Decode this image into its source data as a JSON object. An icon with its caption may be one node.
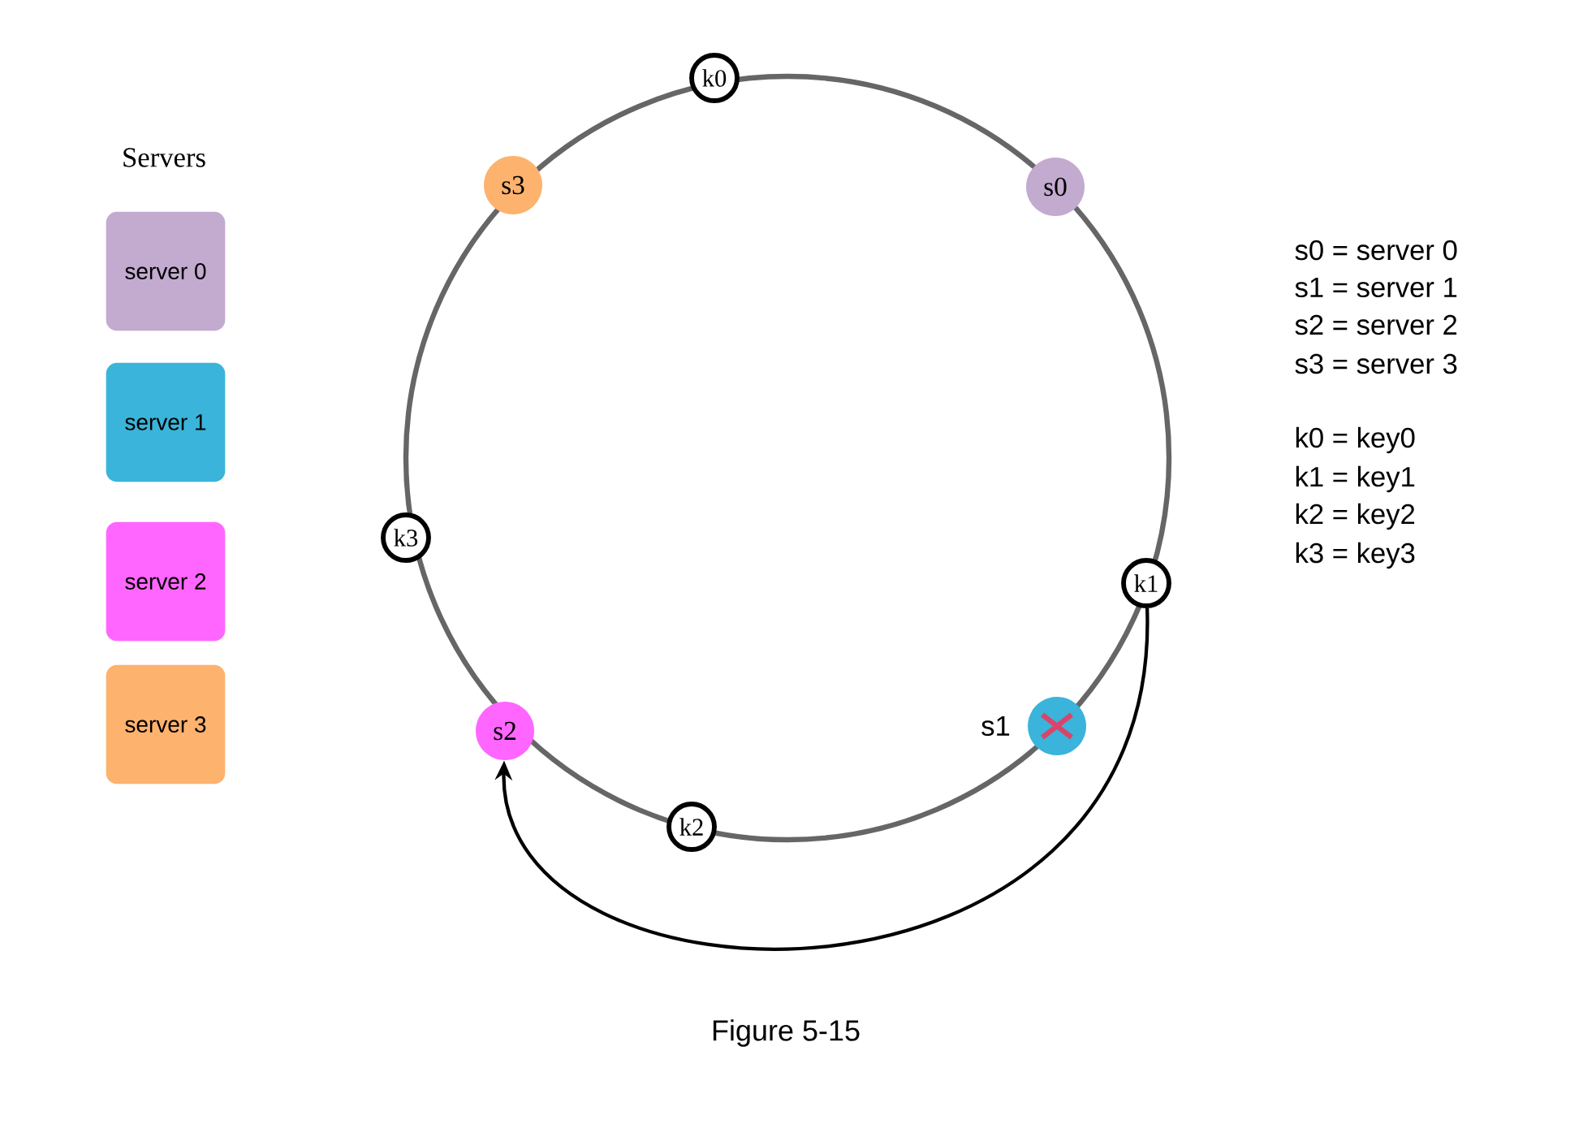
{
  "diagram": {
    "caption": "Figure 5-15",
    "nodes": [
      {
        "text": [
          "server 0"
        ]
      },
      {
        "text": [
          "server 1"
        ]
      },
      {
        "text": [
          "server 2"
        ]
      },
      {
        "text": [
          "server 3"
        ]
      },
      {
        "text": [
          "k0"
        ]
      },
      {
        "text": [
          "s3"
        ]
      },
      {
        "text": [
          "s0"
        ]
      },
      {
        "text": [
          "k3"
        ]
      },
      {
        "text": [
          "k1"
        ]
      },
      {
        "text": [
          "s2"
        ]
      },
      {
        "text": [],
        "shape": "circle",
        "beside": [
          "s1"
        ]
      },
      {
        "text": [
          "k2"
        ]
      }
    ],
    "edges": [
      {
        "from": 8,
        "to": 9,
        "arrow": "to"
      }
    ],
    "labels": [
      "Servers",
      "s0 = server 0",
      "s1 = server 1",
      "s2 = server 2",
      "s3 = server 3",
      "k0 = key0",
      "k1 = key1",
      "k2 = key2",
      "k3 = key3"
    ]
  }
}
